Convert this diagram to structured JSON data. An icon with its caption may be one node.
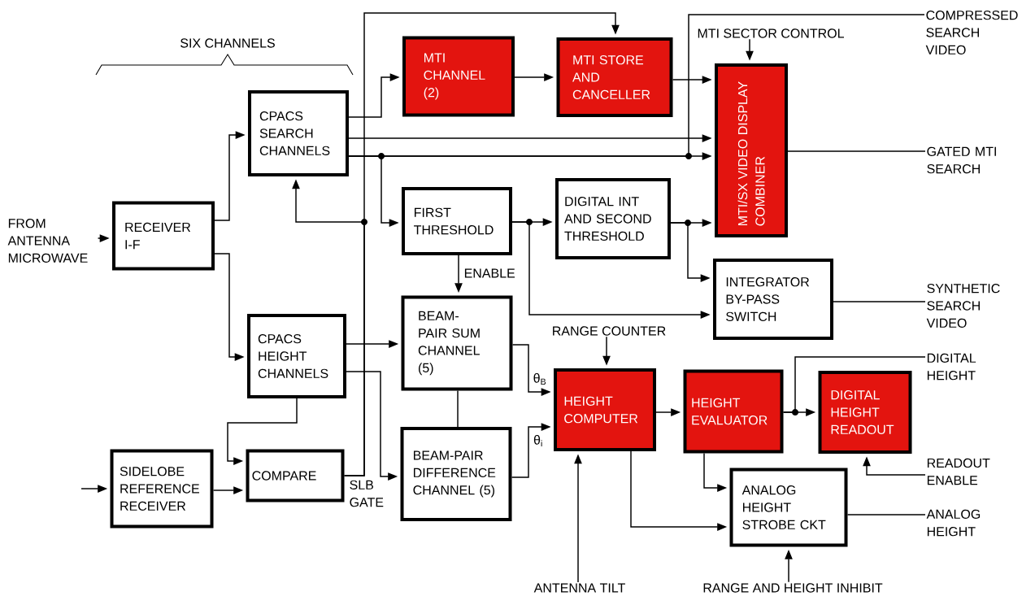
{
  "diagram": {
    "nodes": [
      {
        "text": [
          "FROM ANTENNA MICROWAVE"
        ]
      },
      {
        "text": [
          "RECEIVER I-F"
        ]
      },
      {
        "text": [
          "CPACS SEARCH CHANNELS"
        ]
      },
      {
        "text": [
          "MTI CHANNEL (2)"
        ]
      },
      {
        "text": [
          "MTI STORE AND CANCELLER"
        ]
      },
      {
        "text": [
          "MTI/SX VIDEO DISPLAY COMBINER"
        ]
      },
      {
        "text": [
          "COMPRESSED SEARCH VIDEO"
        ]
      },
      {
        "text": [
          "MTI SECTOR CONTROL"
        ]
      },
      {
        "text": [
          "GATED MTI SEARCH"
        ]
      },
      {
        "text": [
          "FIRST THRESHOLD"
        ]
      },
      {
        "text": [
          "DIGITAL INT AND SECOND THRESHOLD"
        ]
      },
      {
        "text": [
          "INTEGRATOR BY-PASS SWITCH"
        ]
      },
      {
        "text": [
          "SYNTHETIC SEARCH VIDEO"
        ]
      },
      {
        "text": [
          "CPACS HEIGHT CHANNELS"
        ]
      },
      {
        "text": [
          "BEAM-PAIR SUM CHANNEL (5)"
        ]
      },
      {
        "text": [
          "BEAM-PAIR DIFFERENCE CHANNEL (5)"
        ]
      },
      {
        "text": [
          "SIDELOBE REFERENCE RECEIVER"
        ]
      },
      {
        "text": [
          "COMPARE"
        ]
      },
      {
        "text": [
          "RANGE COUNTER"
        ]
      },
      {
        "text": [
          "HEIGHT COMPUTER"
        ]
      },
      {
        "text": [
          "HEIGHT EVALUATOR"
        ]
      },
      {
        "text": [
          "DIGITAL HEIGHT READOUT"
        ]
      },
      {
        "text": [
          "DIGITAL HEIGHT"
        ]
      },
      {
        "text": [
          "READOUT ENABLE"
        ]
      },
      {
        "text": [
          "ANALOG HEIGHT STROBE CKT"
        ]
      },
      {
        "text": [
          "ANALOG HEIGHT"
        ]
      },
      {
        "text": [
          "ANTENNA TILT"
        ]
      },
      {
        "text": [
          "RANGE AND HEIGHT INHIBIT"
        ]
      }
    ],
    "edges": [
      {
        "from": 0,
        "to": 1,
        "arrow": "to"
      },
      {
        "from": 1,
        "to": 2,
        "arrow": "to"
      },
      {
        "from": 1,
        "to": 13,
        "arrow": "to"
      },
      {
        "from": 2,
        "to": 3,
        "arrow": "to"
      },
      {
        "from": 3,
        "to": 4,
        "arrow": "to"
      },
      {
        "from": 4,
        "to": 5,
        "arrow": "to"
      },
      {
        "from": 2,
        "to": 5,
        "arrow": "to"
      },
      {
        "from": 2,
        "to": 5,
        "arrow": "to"
      },
      {
        "from": 2,
        "to": 6,
        "arrow": "none"
      },
      {
        "from": 2,
        "to": 9,
        "arrow": "to"
      },
      {
        "from": 17,
        "to": 2,
        "arrow": "to"
      },
      {
        "from": 17,
        "to": 4,
        "arrow": "to"
      },
      {
        "from": 9,
        "to": 10,
        "arrow": "to"
      },
      {
        "from": 9,
        "to": 11,
        "arrow": "to"
      },
      {
        "from": 10,
        "to": 5,
        "arrow": "to"
      },
      {
        "from": 10,
        "to": 11,
        "arrow": "to"
      },
      {
        "from": 7,
        "to": 5,
        "arrow": "to"
      },
      {
        "from": 5,
        "to": 8,
        "arrow": "none"
      },
      {
        "from": 11,
        "to": 12,
        "arrow": "none"
      },
      {
        "from": 9,
        "to": 14,
        "arrow": "to",
        "label": "ENABLE"
      },
      {
        "from": 13,
        "to": 14,
        "arrow": "to"
      },
      {
        "from": 13,
        "to": 15,
        "arrow": "to"
      },
      {
        "from": 13,
        "to": 17,
        "arrow": "to"
      },
      {
        "from": 16,
        "to": 17,
        "arrow": "to"
      },
      {
        "from": null,
        "to": 16,
        "arrow": "to"
      },
      {
        "from": 14,
        "to": 15,
        "arrow": "none"
      },
      {
        "from": 14,
        "to": 19,
        "arrow": "to",
        "label": "θ$_{B}$"
      },
      {
        "from": 15,
        "to": 19,
        "arrow": "to",
        "label": "θ$_{i}$"
      },
      {
        "from": 18,
        "to": 19,
        "arrow": "to"
      },
      {
        "from": 19,
        "to": 20,
        "arrow": "to"
      },
      {
        "from": 20,
        "to": 21,
        "arrow": "to"
      },
      {
        "from": 20,
        "to": 22,
        "arrow": "none"
      },
      {
        "from": 20,
        "to": 24,
        "arrow": "to"
      },
      {
        "from": 19,
        "to": 24,
        "arrow": "to"
      },
      {
        "from": 23,
        "to": 21,
        "arrow": "to"
      },
      {
        "from": 24,
        "to": 25,
        "arrow": "none"
      },
      {
        "from": 26,
        "to": 19,
        "arrow": "to"
      },
      {
        "from": 27,
        "to": 24,
        "arrow": "to"
      }
    ],
    "labels": [
      "SIX CHANNELS",
      "SLB GATE"
    ]
  }
}
